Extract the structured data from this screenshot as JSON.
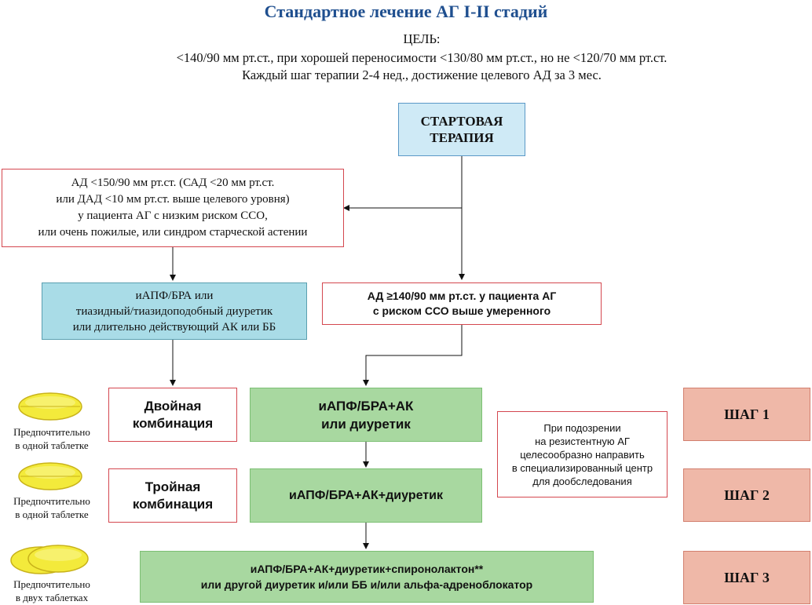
{
  "title": "Стандартное лечение АГ I-II стадий",
  "goal": {
    "label": "ЦЕЛЬ:",
    "line1": "<140/90 мм рт.ст., при хорошей переносимости <130/80 мм рт.ст., но не <120/70 мм рт.ст.",
    "line2": "Каждый шаг терапии 2-4 нед., достижение целевого АД за 3 мес."
  },
  "start_box": {
    "line1": "СТАРТОВАЯ",
    "line2": "ТЕРАПИЯ"
  },
  "low_risk_box": {
    "line1": "АД <150/90 мм рт.ст. (САД <20 мм рт.ст.",
    "line2": "или ДАД <10 мм рт.ст. выше целевого уровня)",
    "line3": "у пациента  АГ с низким риском ССО,",
    "line4": "или очень пожилые, или синдром старческой астении"
  },
  "mono_box": {
    "line1": "иАПФ/БРА или",
    "line2": "тиазидный/тиазидоподобный диуретик",
    "line3": "или длительно действующий АК или ББ"
  },
  "high_risk_box": {
    "line1": "АД ≥140/90 мм рт.ст. у пациента АГ",
    "line2": "с риском ССО выше умеренного"
  },
  "dual_label": {
    "line1": "Двойная",
    "line2": "комбинация"
  },
  "triple_label": {
    "line1": "Тройная",
    "line2": "комбинация"
  },
  "step1_box": {
    "line1": "иАПФ/БРА+АК",
    "line2": "или диуретик"
  },
  "step2_box": {
    "line1": "иАПФ/БРА+АК+диуретик"
  },
  "step3_box": {
    "line1": "иАПФ/БРА+АК+диуретик+спиронолактон**",
    "line2": "или другой диуретик и/или ББ и/или альфа-адреноблокатор"
  },
  "resistant_box": {
    "line1": "При подозрении",
    "line2": "на резистентную АГ",
    "line3": "целесообразно направить",
    "line4": "в специализированный центр",
    "line5": "для дообследования"
  },
  "steps": {
    "step1": "ШАГ 1",
    "step2": "ШАГ 2",
    "step3": "ШАГ 3"
  },
  "pill_labels": {
    "one_a": {
      "line1": "Предпочтительно",
      "line2": "в одной таблетке"
    },
    "one_b": {
      "line1": "Предпочтительно",
      "line2": "в одной таблетке"
    },
    "two": {
      "line1": "Предпочтительно",
      "line2": "в двух таблетках"
    }
  },
  "colors": {
    "title": "#1f4f8f",
    "start_fill": "#cfeaf6",
    "mono_fill": "#a9dce7",
    "green_fill": "#a8d8a0",
    "step_fill": "#efb8a8",
    "red_border": "#d4474f",
    "pill_fill": "#f3ea3b"
  }
}
